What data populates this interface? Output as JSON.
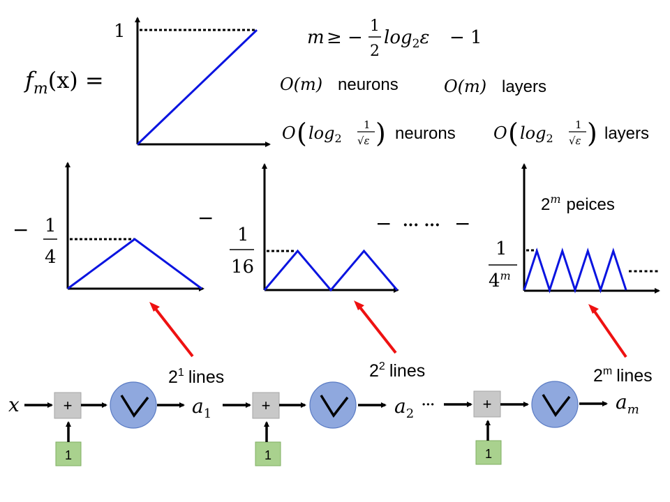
{
  "title_formula": {
    "lhs_f": "f",
    "lhs_sub": "m",
    "lhs_rest": "(x) =",
    "y_tick": "1"
  },
  "condition": {
    "m": "m",
    "geq": "≥ −",
    "frac_num": "1",
    "frac_den": "2",
    "log": "log",
    "log_sub": "2",
    "eps": "ε",
    "tail": "− 1"
  },
  "complexity": {
    "row1": [
      {
        "O": "O(m)",
        "word": "neurons"
      },
      {
        "O": "O(m)",
        "word": "layers"
      }
    ],
    "row2": [
      {
        "O": "O",
        "log": "log",
        "sub": "2",
        "num": "1",
        "den": "√ε",
        "word": "neurons"
      },
      {
        "O": "O",
        "log": "log",
        "sub": "2",
        "num": "1",
        "den": "√ε",
        "word": "layers"
      }
    ]
  },
  "panels": [
    {
      "minus": "−",
      "frac_num": "1",
      "frac_den": "4",
      "peaks": 1
    },
    {
      "minus": "−",
      "frac_num": "1",
      "frac_den": "16",
      "peaks": 2
    },
    {
      "frac_num": "1",
      "frac_den_base": "4",
      "frac_den_sup": "m",
      "peaks": 4,
      "pieces_base": "2",
      "pieces_sup": "m",
      "pieces_word": "peices",
      "trail_dots": "......"
    }
  ],
  "ellipsis_sep": {
    "left": "−",
    "dots": "··· ···",
    "right": "−"
  },
  "line_labels": [
    {
      "base": "2",
      "sup": "1",
      "word": "lines"
    },
    {
      "base": "2",
      "sup": "2",
      "word": "lines"
    },
    {
      "base": "2",
      "sup": "m",
      "word": "lines"
    }
  ],
  "network": {
    "input": "x",
    "stages": [
      {
        "plus": "+",
        "bias": "1",
        "out": "a",
        "out_sub": "1"
      },
      {
        "plus": "+",
        "bias": "1",
        "out": "a",
        "out_sub": "2",
        "trailing": "···"
      },
      {
        "plus": "+",
        "bias": "1",
        "out": "a",
        "out_sub": "m"
      }
    ]
  },
  "colors": {
    "curve": "#0a14e0",
    "arrow_red": "#ee1111",
    "neuron_fill": "#8fa8de",
    "neuron_stroke": "#5b7cc4",
    "adder_fill": "#c8c8c8",
    "adder_stroke": "#a6a6a6",
    "bias_fill": "#a9d18e",
    "bias_stroke": "#7fae62"
  }
}
